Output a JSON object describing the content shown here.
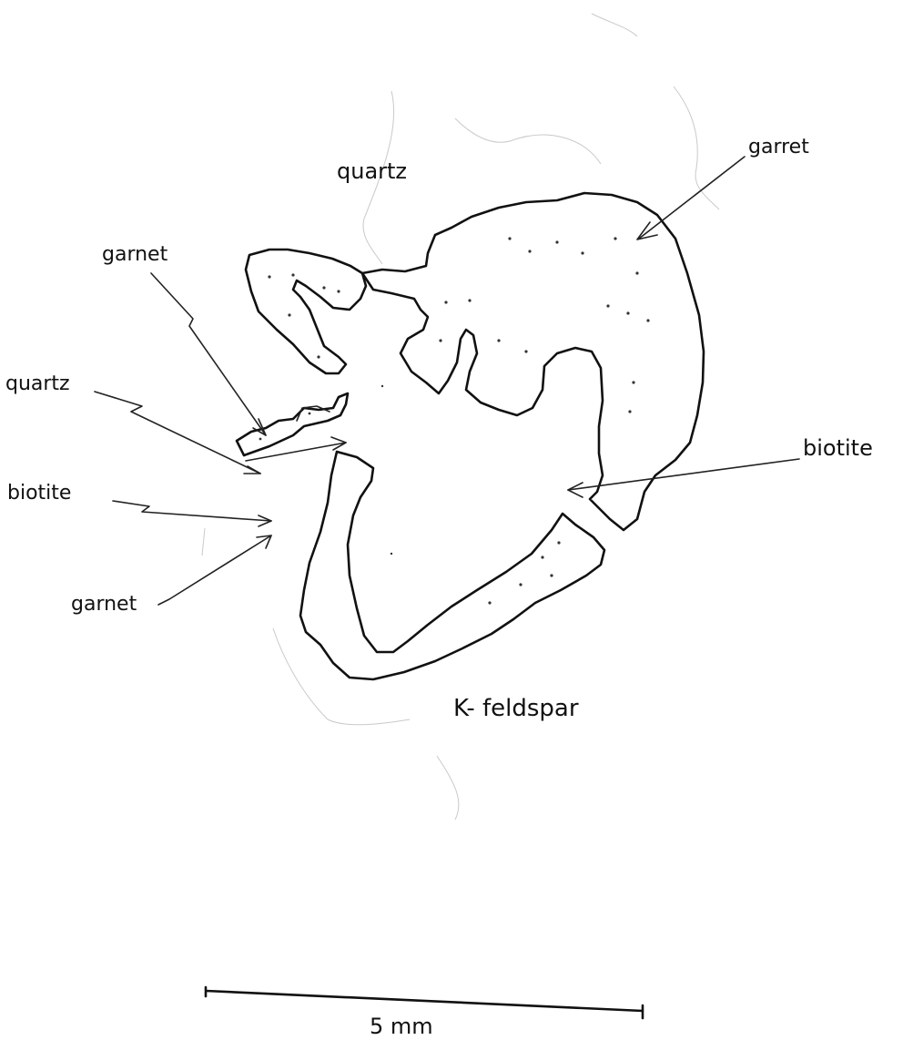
{
  "labels": {
    "quartz_top": "quartz",
    "garnet_top_right": "garret",
    "garnet_left": "garnet",
    "quartz_left": "quartz",
    "biotite_left": "biotite",
    "garnet_lower_left": "garnet",
    "biotite_right": "biotite",
    "kfeldspar": "K- feldspar"
  },
  "scale_bar": {
    "label": "5 mm"
  }
}
